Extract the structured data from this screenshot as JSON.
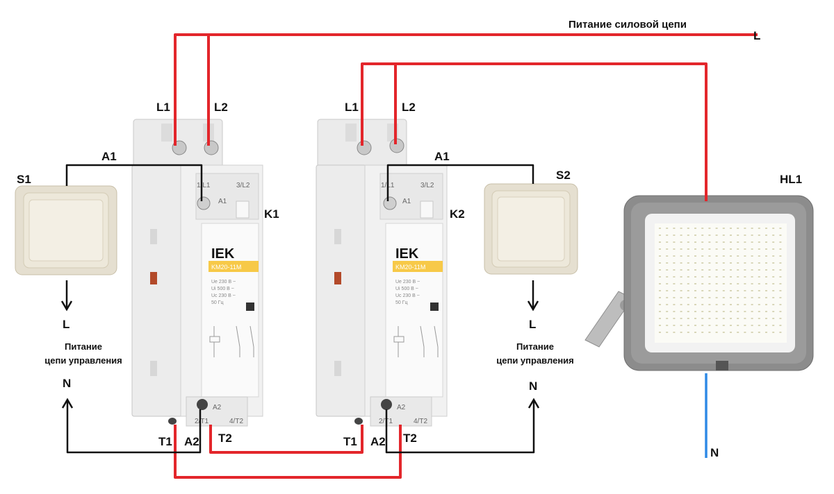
{
  "diagram": {
    "power_title": "Питание силовой цепи",
    "phase_L": "L",
    "neutral_N_lamp": "N",
    "contactor_k1": {
      "name": "K1",
      "terminal_l1": "L1",
      "terminal_l2": "L2",
      "terminal_a1": "A1",
      "terminal_t1": "T1",
      "terminal_a2": "A2",
      "terminal_t2": "T2",
      "body_top_left": "1/L1",
      "body_top_right": "3/L2",
      "body_a1": "A1",
      "body_a2": "A2",
      "body_bottom_t1": "2/T1",
      "body_bottom_t2": "4/T2"
    },
    "contactor_k2": {
      "name": "K2",
      "terminal_l1": "L1",
      "terminal_l2": "L2",
      "terminal_a1": "A1",
      "terminal_t1": "T1",
      "terminal_a2": "A2",
      "terminal_t2": "T2",
      "body_top_left": "1/L1",
      "body_top_right": "3/L2",
      "body_a1": "A1",
      "body_a2": "A2",
      "body_bottom_t1": "2/T1",
      "body_bottom_t2": "4/T2"
    },
    "switch_s1": {
      "name": "S1",
      "supply_L": "L",
      "supply_caption_line1": "Питание",
      "supply_caption_line2": "цепи управления",
      "supply_N": "N"
    },
    "switch_s2": {
      "name": "S2",
      "supply_L": "L",
      "supply_caption_line1": "Питание",
      "supply_caption_line2": "цепи управления",
      "supply_N": "N"
    },
    "floodlight": {
      "name": "HL1"
    },
    "brand": "IEK",
    "model": "KM20-11M",
    "spec_lines": [
      "Ue 230 В ~",
      "Ui 500 В ~",
      "Uc 230 В ~",
      "50 Гц"
    ],
    "colors": {
      "phase_wire": "#e3262b",
      "control_wire": "#111111",
      "neutral_wire": "#2f8ae6",
      "contactor_body": "#ececec",
      "label_band": "#f7c948",
      "switch_body": "#e5dfd0"
    }
  }
}
